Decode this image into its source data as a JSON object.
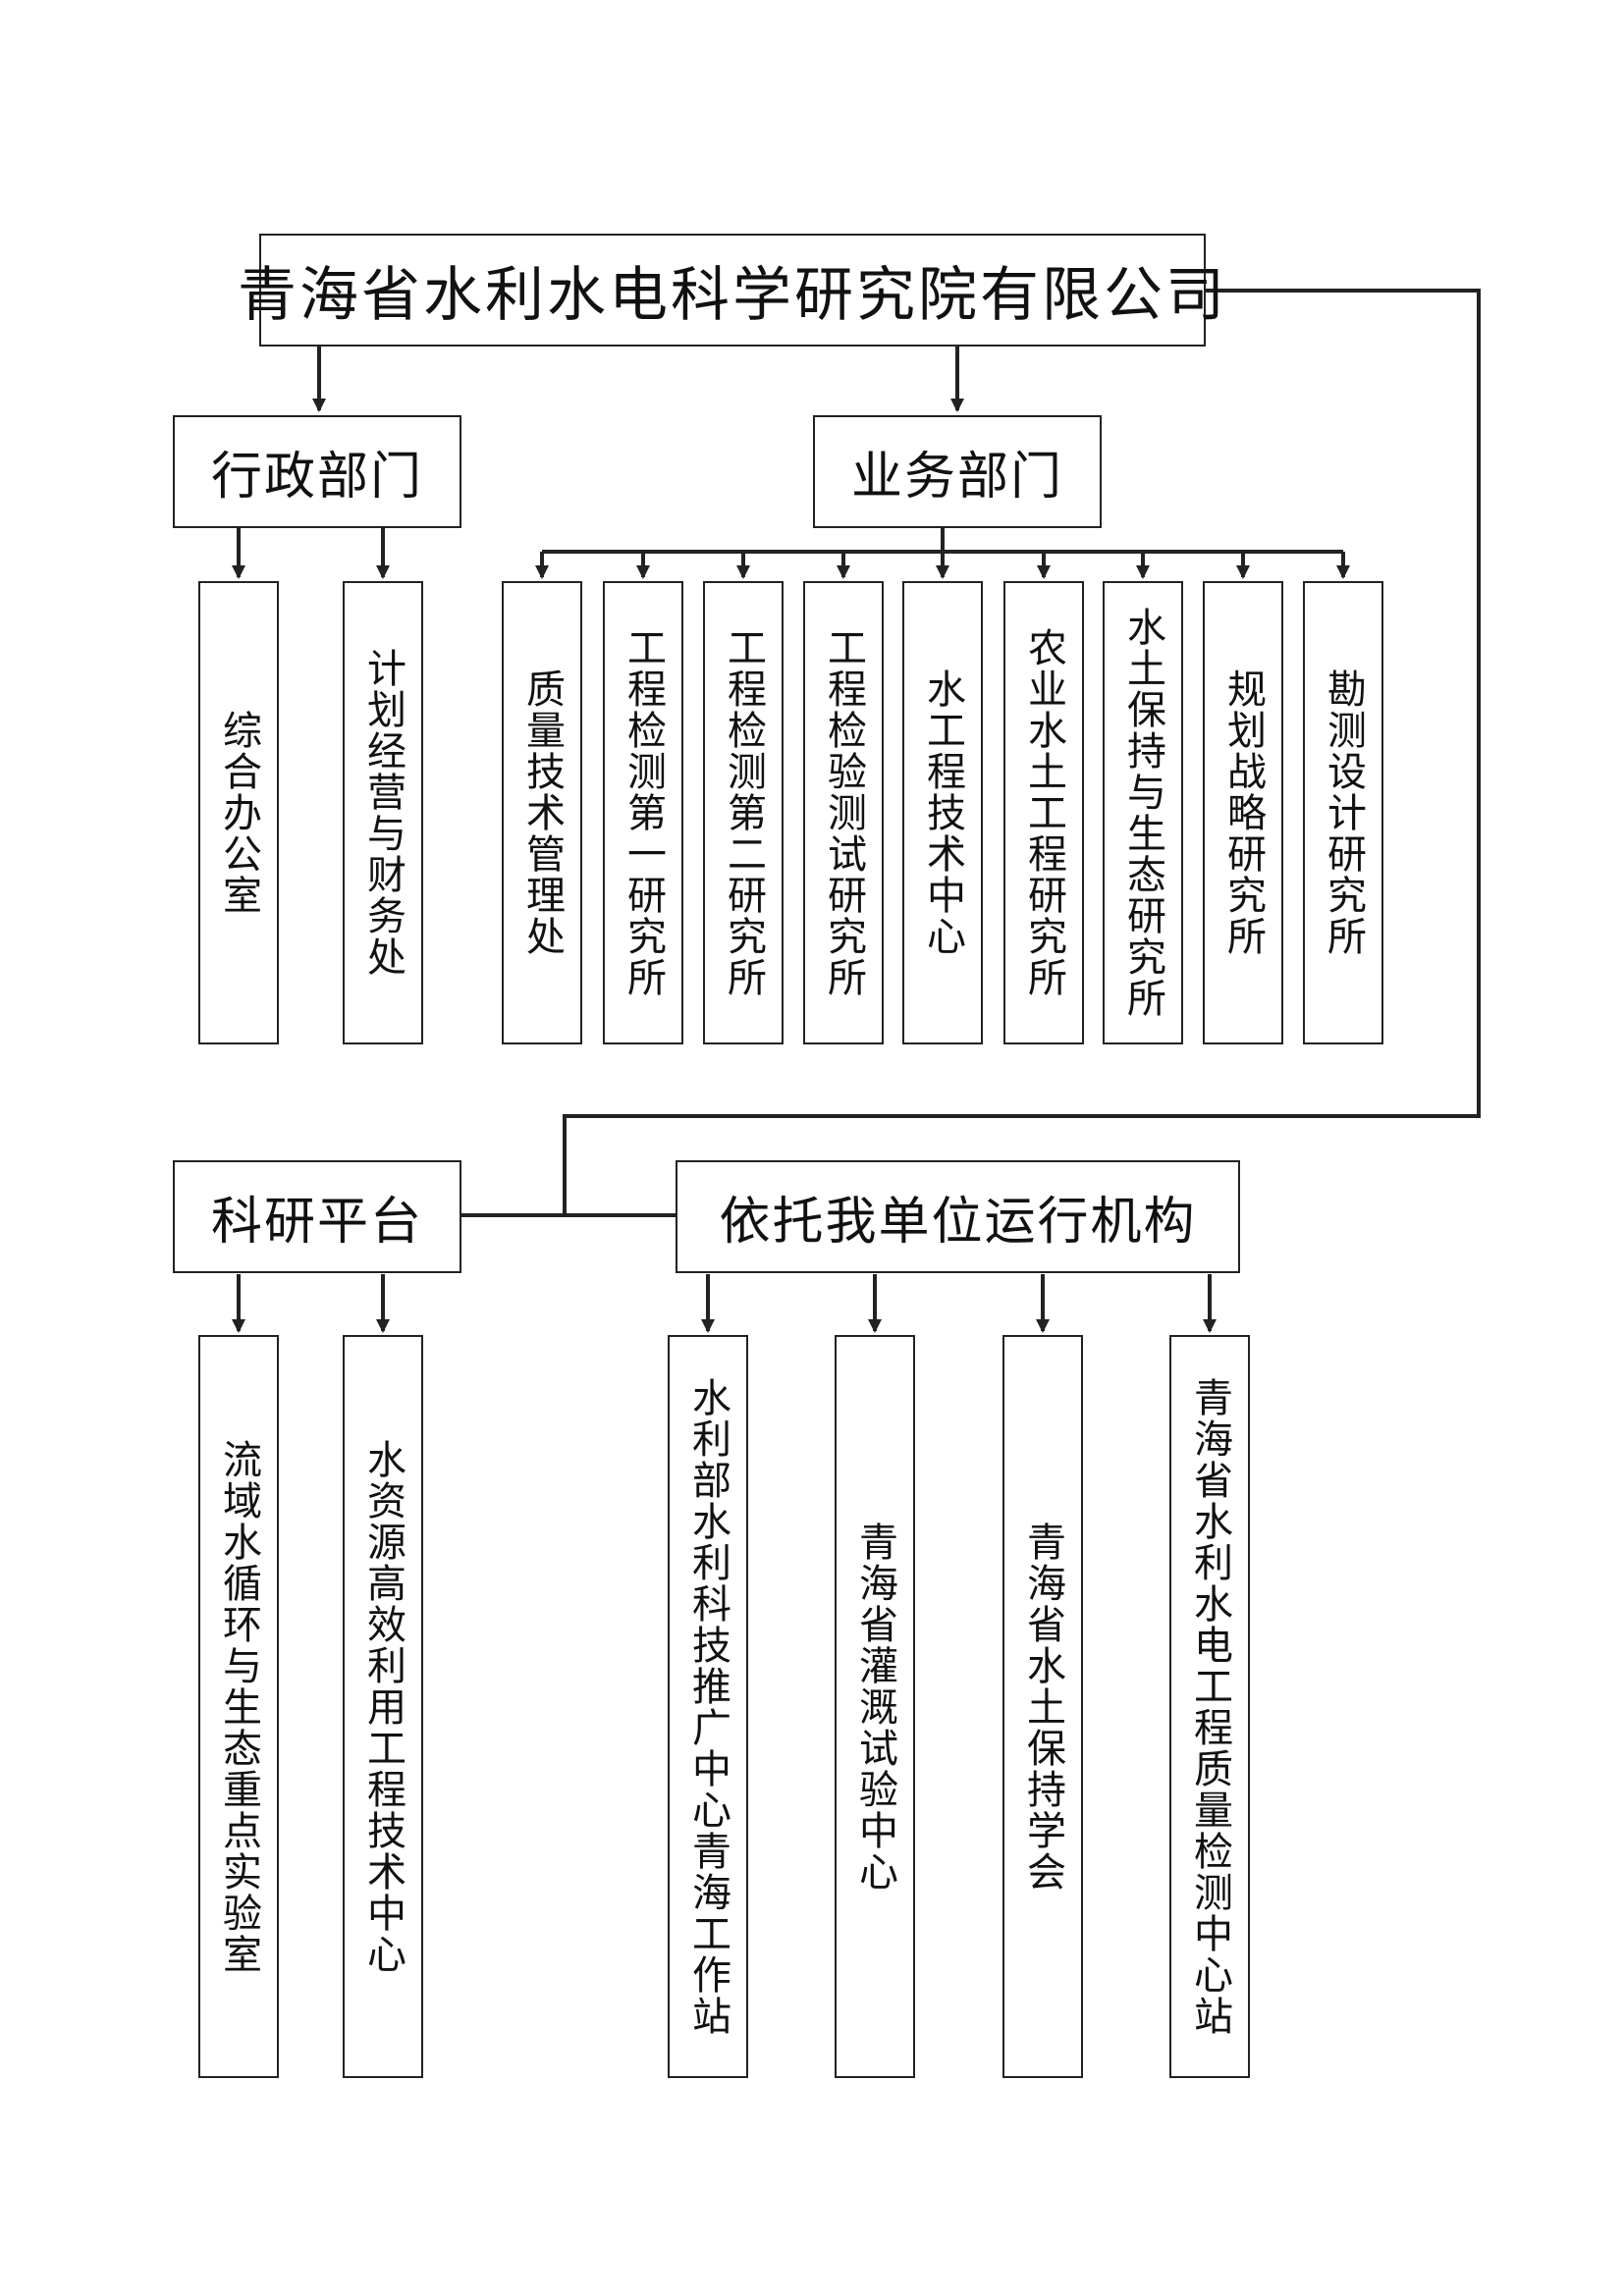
{
  "root": {
    "label": "青海省水利水电科学研究院有限公司"
  },
  "admin": {
    "label": "行政部门",
    "children": [
      "综合办公室",
      "计划经营与财务处"
    ]
  },
  "business": {
    "label": "业务部门",
    "children": [
      "质量技术管理处",
      "工程检测第一研究所",
      "工程检测第二研究所",
      "工程检验测试研究所",
      "水工程技术中心",
      "农业水土工程研究所",
      "水土保持与生态研究所",
      "规划战略研究所",
      "勘测设计研究所"
    ]
  },
  "research": {
    "label": "科研平台",
    "children": [
      "流域水循环与生态重点实验室",
      "水资源高效利用工程技术中心"
    ]
  },
  "hosted": {
    "label": "依托我单位运行机构",
    "children": [
      "水利部水利科技推广中心青海工作站",
      "青海省灌溉试验中心",
      "青海省水土保持学会",
      "青海省水利水电工程质量检测中心站"
    ]
  }
}
